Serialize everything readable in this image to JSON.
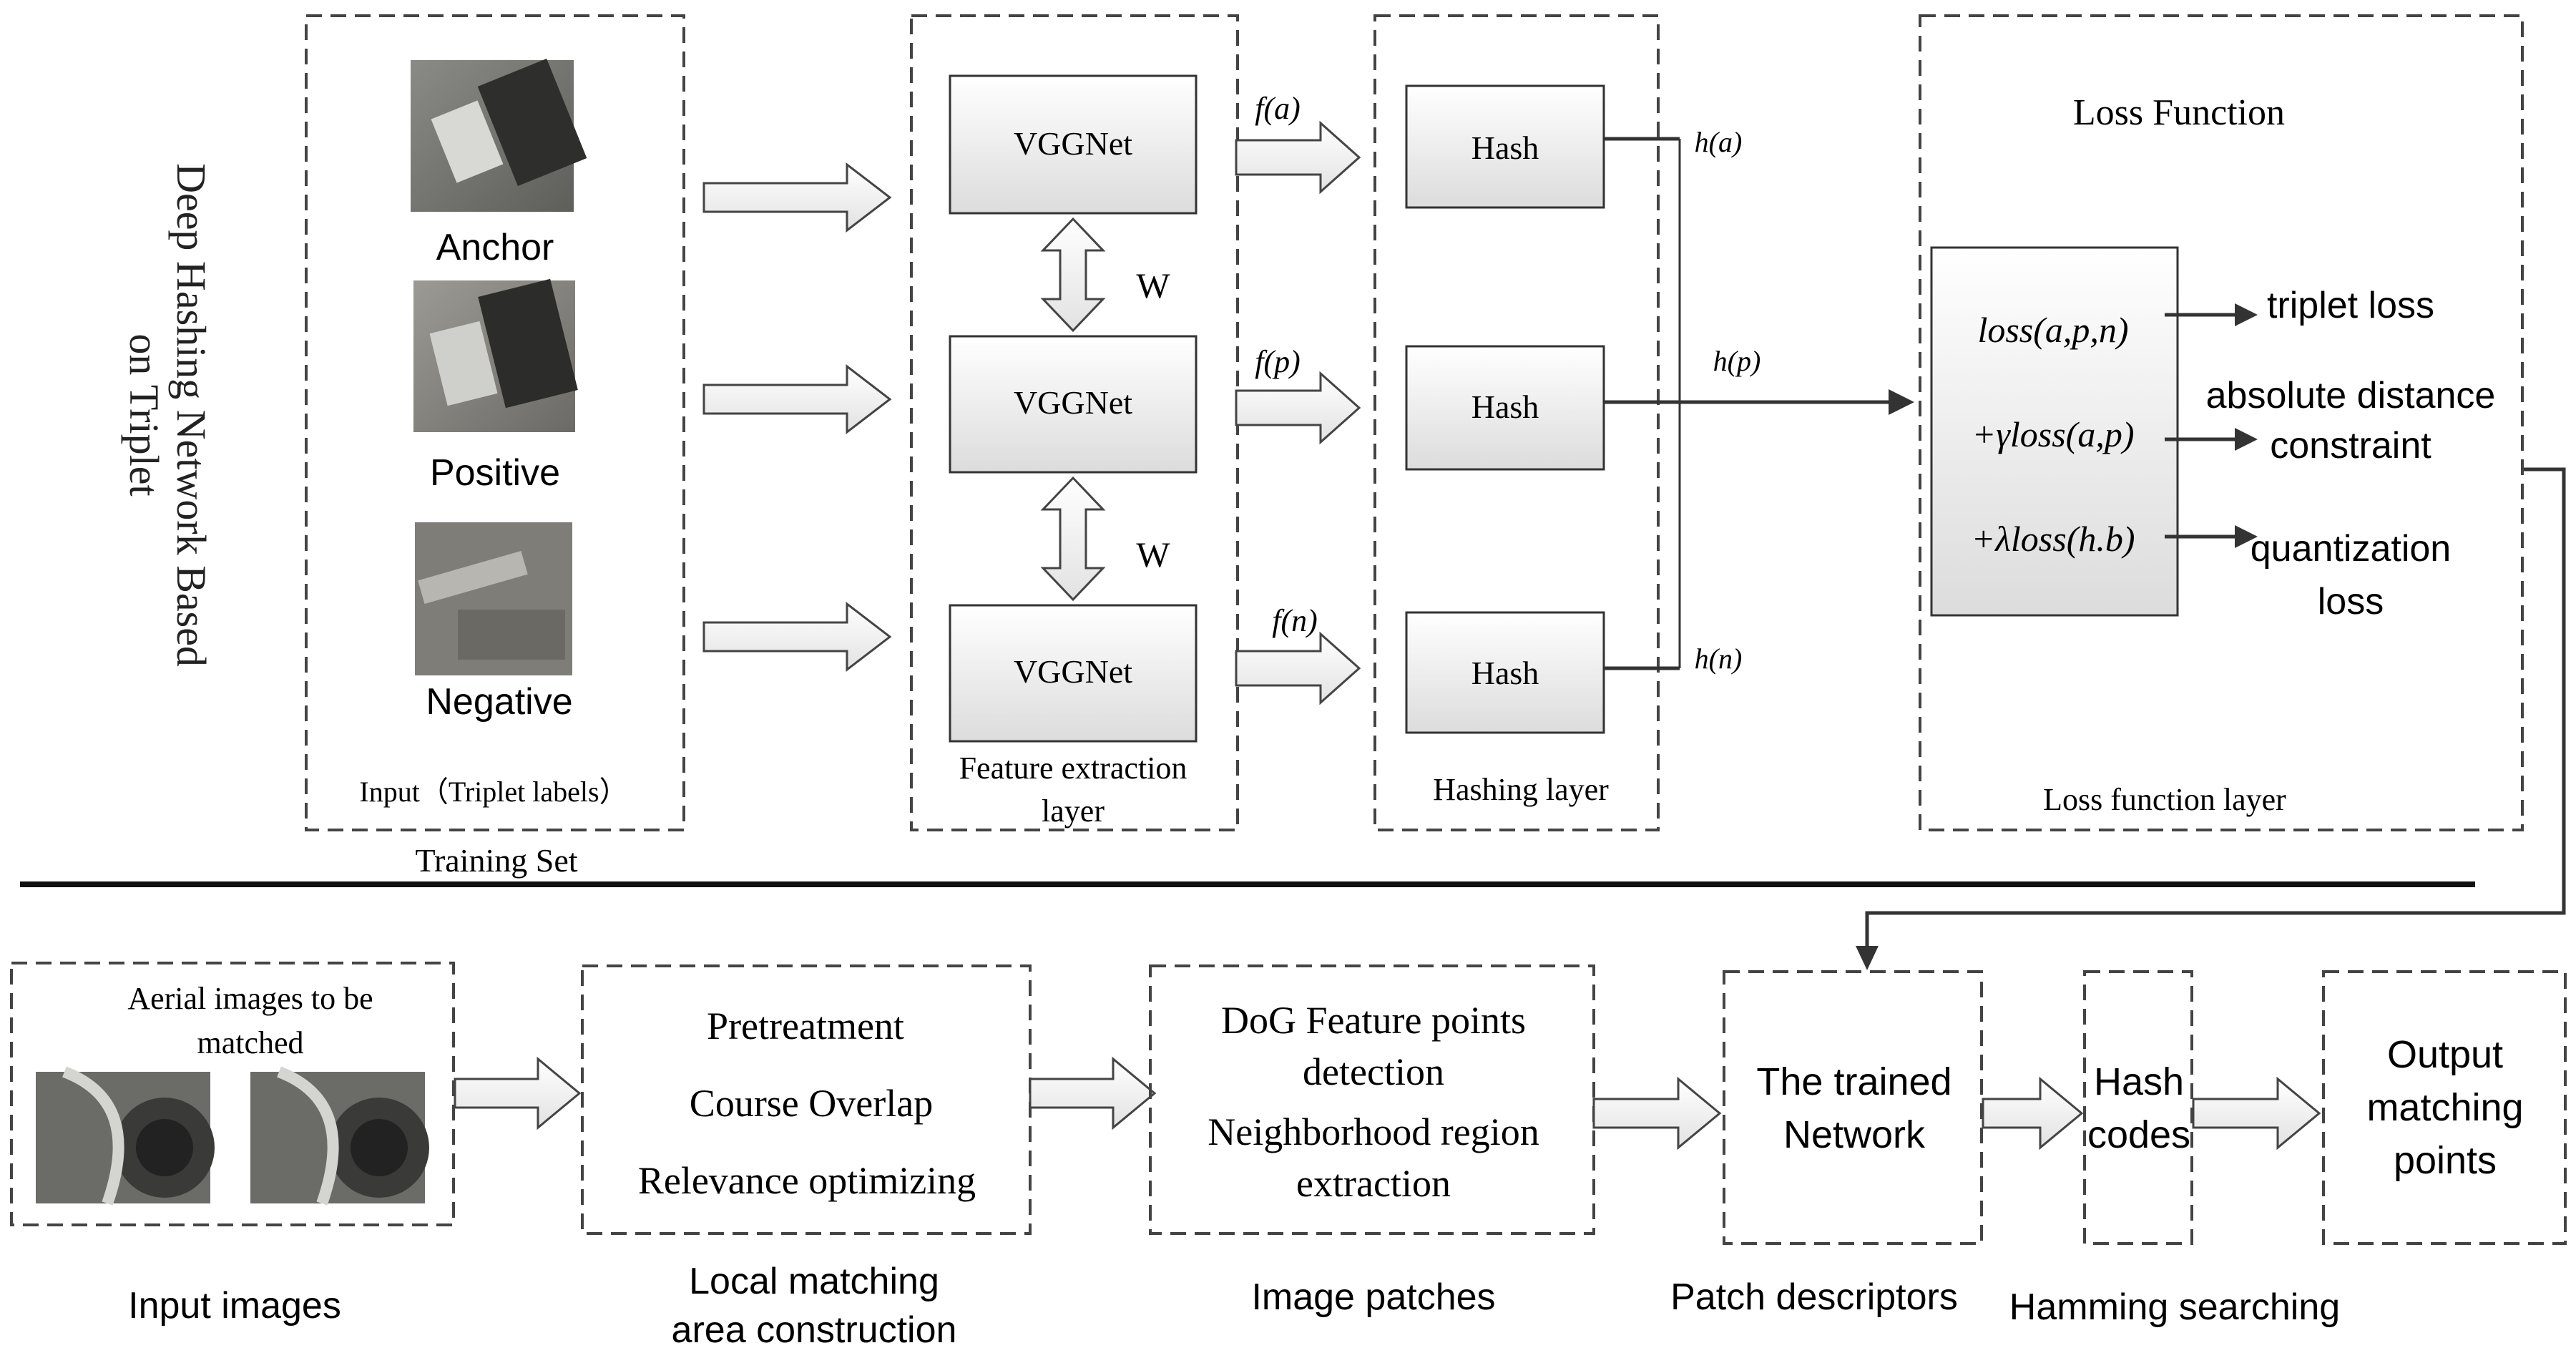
{
  "title": "Deep Hashing Network Based on Triplet",
  "training": {
    "input_box_label": "Input（Triplet labels）",
    "set_label": "Training Set",
    "samples": [
      "Anchor",
      "Positive",
      "Negative"
    ],
    "feature_layer_label": "Feature extraction layer",
    "vgg_label": "VGGNet",
    "shared_weight_label": "W",
    "feature_outputs": [
      "f(a)",
      "f(p)",
      "f(n)"
    ],
    "hashing_layer_label": "Hashing layer",
    "hash_label": "Hash",
    "hash_outputs": [
      "h(a)",
      "h(p)",
      "h(n)"
    ],
    "loss_title": "Loss Function",
    "loss_layer_label": "Loss function layer",
    "loss_terms": [
      "loss(a,p,n)",
      "+γloss(a,p)",
      "+λloss(h.b)"
    ],
    "loss_names": [
      "triplet loss",
      "absolute distance constraint",
      "quantization loss"
    ]
  },
  "matching": {
    "aerial_caption": "Aerial images to be matched",
    "input_images_label": "Input images",
    "local_steps": [
      "Pretreatment",
      "Course Overlap",
      "Relevance optimizing"
    ],
    "local_label": "Local matching area construction",
    "patch_steps": [
      "DoG Feature points detection",
      "Neighborhood region extraction"
    ],
    "patch_label": "Image patches",
    "trained_network": "The trained Network",
    "descriptor_label": "Patch descriptors",
    "hash_codes": "Hash codes",
    "search_label": "Hamming searching",
    "output": "Output matching points"
  }
}
